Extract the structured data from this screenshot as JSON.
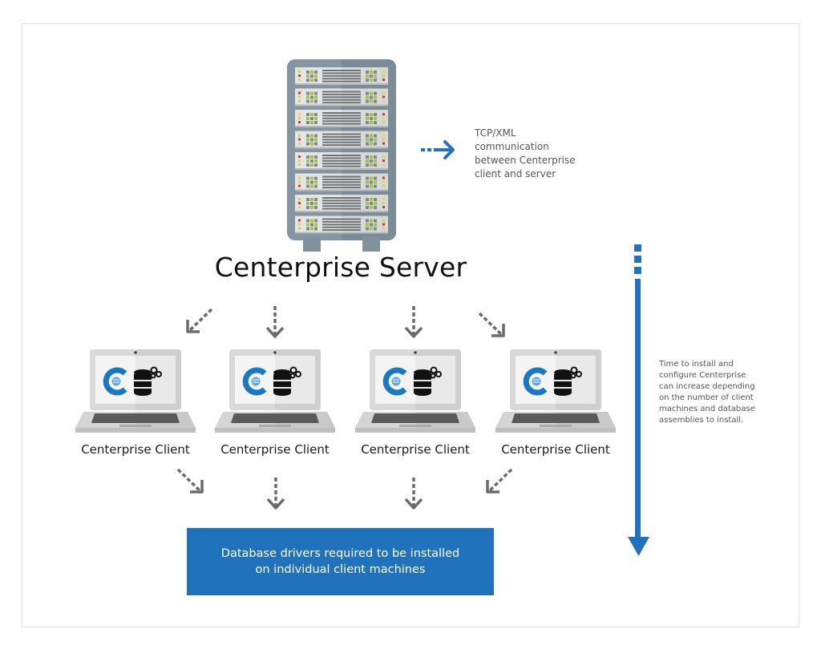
{
  "server": {
    "title": "Centerprise Server",
    "rack_units": 8
  },
  "tcp_note": {
    "lines": [
      "TCP/XML",
      "communication",
      "between Centerprise",
      "client and server"
    ]
  },
  "time_note": {
    "lines": [
      "Time to install and",
      "configure Centerprise",
      "can increase depending",
      "on the number of client",
      "machines and database",
      "assemblies to install."
    ]
  },
  "clients": [
    {
      "label": "Centerprise Client"
    },
    {
      "label": "Centerprise Client"
    },
    {
      "label": "Centerprise Client"
    },
    {
      "label": "Centerprise Client"
    }
  ],
  "drivers_box": {
    "line1": "Database drivers required to be installed",
    "line2": "on individual client machines"
  },
  "colors": {
    "accent_blue": "#1f72bb",
    "arrow_gray": "#6b6b6b",
    "rack_frame": "#7f929d"
  }
}
